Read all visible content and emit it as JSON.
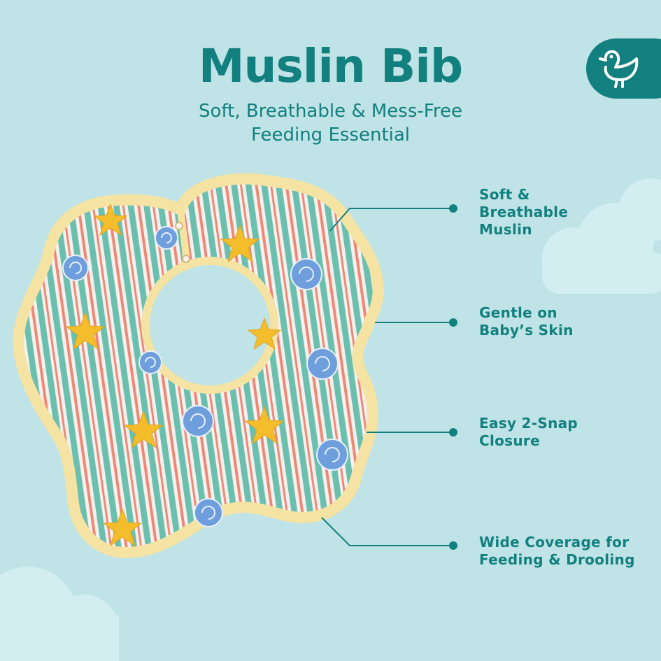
{
  "header": {
    "title": "Muslin Bib",
    "subtitle_line1": "Soft, Breathable & Mess-Free",
    "subtitle_line2": "Feeding Essential"
  },
  "brand": {
    "logo_icon": "duck-icon",
    "accent_color": "#12807f",
    "background_color": "#bfe3e6"
  },
  "product_image": {
    "icon": "bib-illustration",
    "trim_color": "#f4e3a3",
    "stripe_colors": [
      "#6bbfae",
      "#f08672",
      "#f6f1ee"
    ],
    "motifs": [
      "starfish-icon",
      "seashell-icon"
    ]
  },
  "features": [
    {
      "line1": "Soft &",
      "line2": "Breathable",
      "line3": "Muslin"
    },
    {
      "line1": "Gentle on",
      "line2": "Baby’s Skin"
    },
    {
      "line1": "Easy 2-Snap",
      "line2": "Closure"
    },
    {
      "line1": "Wide Coverage for",
      "line2": "Feeding & Drooling"
    }
  ]
}
